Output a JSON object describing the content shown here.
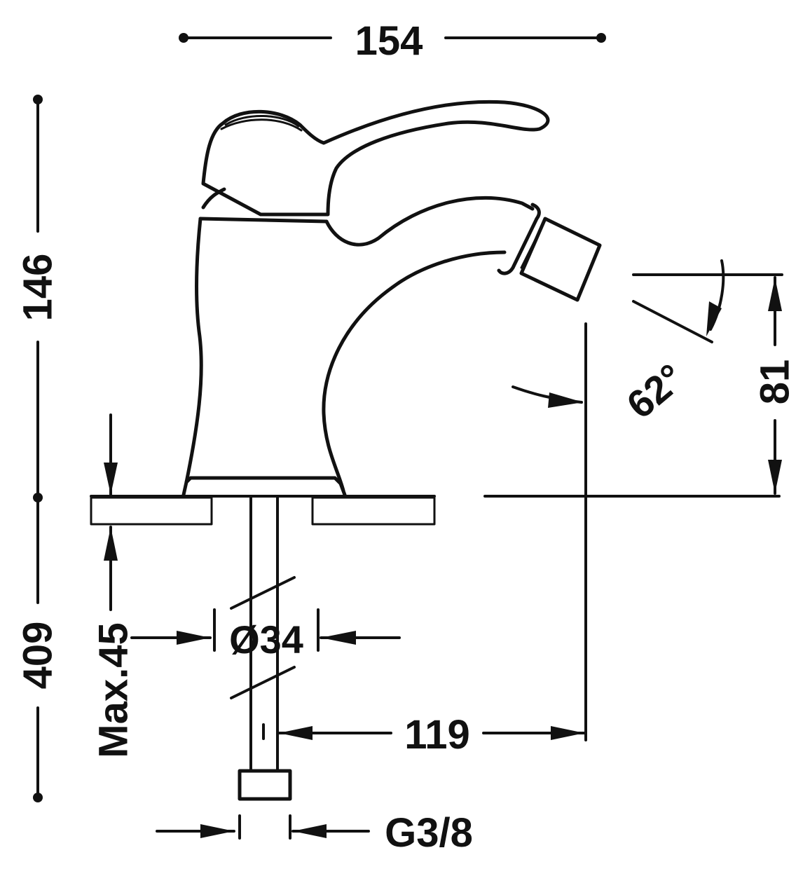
{
  "diagram": {
    "labels": {
      "width_overall": "154",
      "height_overall": "146",
      "height_total": "409",
      "max_deck": "Max.45",
      "diameter": "Ø34",
      "reach": "119",
      "spout_height": "81",
      "angle": "62°",
      "thread": "G3/8"
    },
    "colors": {
      "line": "#111111",
      "background": "#ffffff"
    }
  }
}
